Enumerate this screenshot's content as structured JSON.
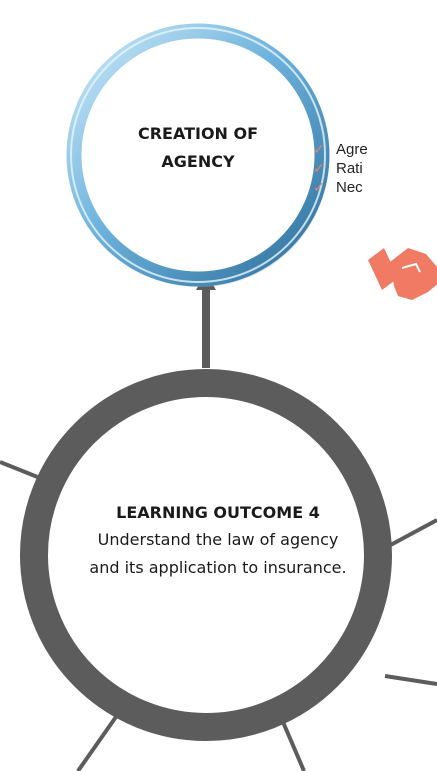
{
  "creation": {
    "line1": "CREATION OF",
    "line2": "AGENCY"
  },
  "bullets": {
    "check": "✓",
    "items": [
      "Agre",
      "Rati",
      "Nec"
    ]
  },
  "outcome": {
    "title": "LEARNING OUTCOME 4",
    "text": "Understand the law of agency and its application to insurance."
  },
  "colors": {
    "ring_blue": "#6fb3dc",
    "main_ring": "#5c5c5c",
    "check": "#e8836c",
    "handshake": "#f07a63"
  },
  "icons": {
    "handshake": "handshake-icon"
  }
}
